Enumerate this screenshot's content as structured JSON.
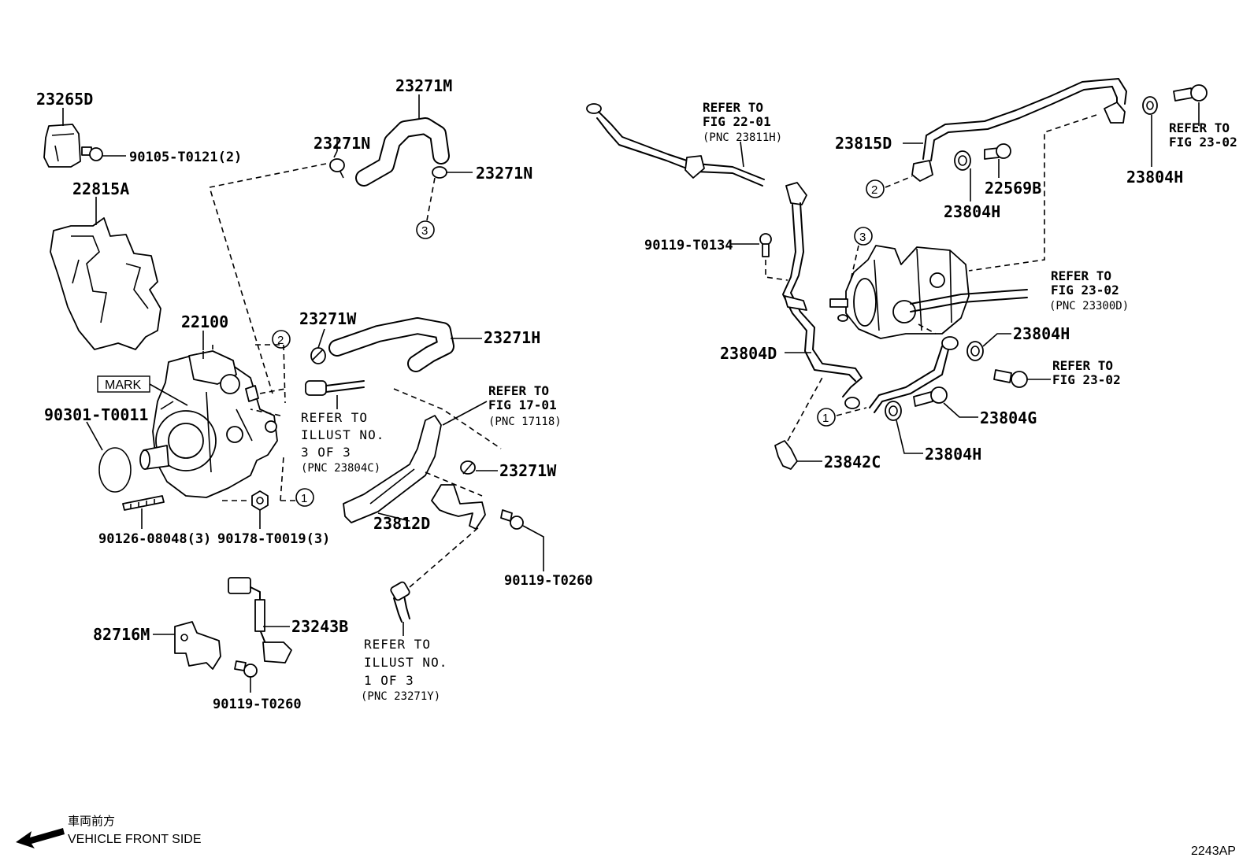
{
  "labels": {
    "l23265D": "23265D",
    "l90105": "90105-T0121(2)",
    "l22815A": "22815A",
    "l22100": "22100",
    "lMark": "MARK",
    "l90301": "90301-T0011",
    "l90126": "90126-08048(3)",
    "l90178": "90178-T0019(3)",
    "l23271M": "23271M",
    "l23271N_a": "23271N",
    "l23271N_b": "23271N",
    "l23271W_a": "23271W",
    "l23271H": "23271H",
    "l23271W_b": "23271W",
    "l23812D": "23812D",
    "l90119_a": "90119-T0260",
    "l23243B": "23243B",
    "l82716M": "82716M",
    "l90119_b": "90119-T0260",
    "l23815D": "23815D",
    "l22569B": "22569B",
    "l23804H_a": "23804H",
    "l23804H_b": "23804H",
    "l90119_c": "90119-T0134",
    "l23804D": "23804D",
    "l23804H_c": "23804H",
    "l23804G": "23804G",
    "l23804H_d": "23804H",
    "l23842C": "23842C"
  },
  "references": {
    "ref_fig1701": {
      "line1": "REFER TO",
      "line2": "FIG 17-01",
      "pnc": "(PNC 17118)"
    },
    "ref_fig2201": {
      "line1": "REFER TO",
      "line2": "FIG 22-01",
      "pnc": "(PNC 23811H)"
    },
    "ref_fig2302_a": {
      "line1": "REFER TO",
      "line2": "FIG 23-02"
    },
    "ref_fig2302_b": {
      "line1": "REFER TO",
      "line2": "FIG 23-02",
      "pnc": "(PNC 23300D)"
    },
    "ref_fig2302_c": {
      "line1": "REFER TO",
      "line2": "FIG 23-02"
    },
    "ref_illust3": {
      "line1": "REFER TO",
      "line2": "ILLUST NO.",
      "line3": "3 OF 3",
      "pnc": "(PNC 23804C)"
    },
    "ref_illust1": {
      "line1": "REFER TO",
      "line2": "ILLUST NO.",
      "line3": "1 OF 3",
      "pnc": "(PNC 23271Y)"
    }
  },
  "markers": {
    "m1": "1",
    "m2": "2",
    "m3": "3"
  },
  "footer": {
    "front_jp": "車両前方",
    "front_en": "VEHICLE FRONT SIDE",
    "figure_code": "2243AP"
  }
}
